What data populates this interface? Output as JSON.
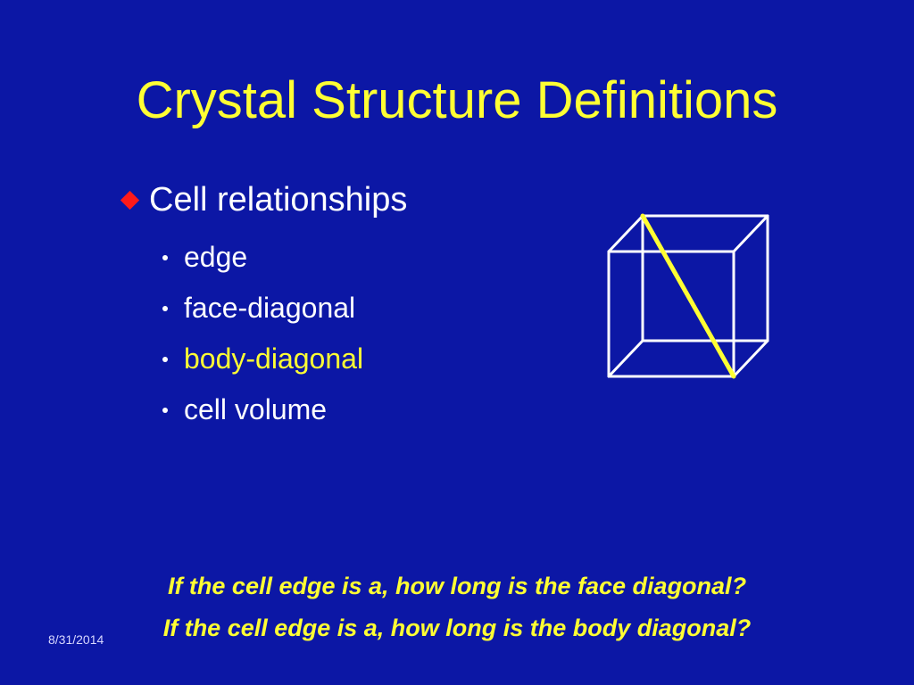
{
  "slide": {
    "title": "Crystal Structure Definitions",
    "main_bullet": "Cell relationships",
    "sub_bullets": [
      {
        "label": "edge",
        "highlighted": false
      },
      {
        "label": "face-diagonal",
        "highlighted": false
      },
      {
        "label": "body-diagonal",
        "highlighted": true
      },
      {
        "label": "cell volume",
        "highlighted": false
      }
    ],
    "questions": [
      "If the cell edge is a, how long is the face diagonal?",
      "If the cell edge is a, how long is the body diagonal?"
    ],
    "date": "8/31/2014",
    "colors": {
      "background": "#0c17a5",
      "title": "#ffff33",
      "text": "#ffffff",
      "highlight": "#ffff33",
      "bullet_marker": "#ff1a1a",
      "cube_edges": "#ffffff",
      "body_diagonal": "#ffff33"
    }
  }
}
